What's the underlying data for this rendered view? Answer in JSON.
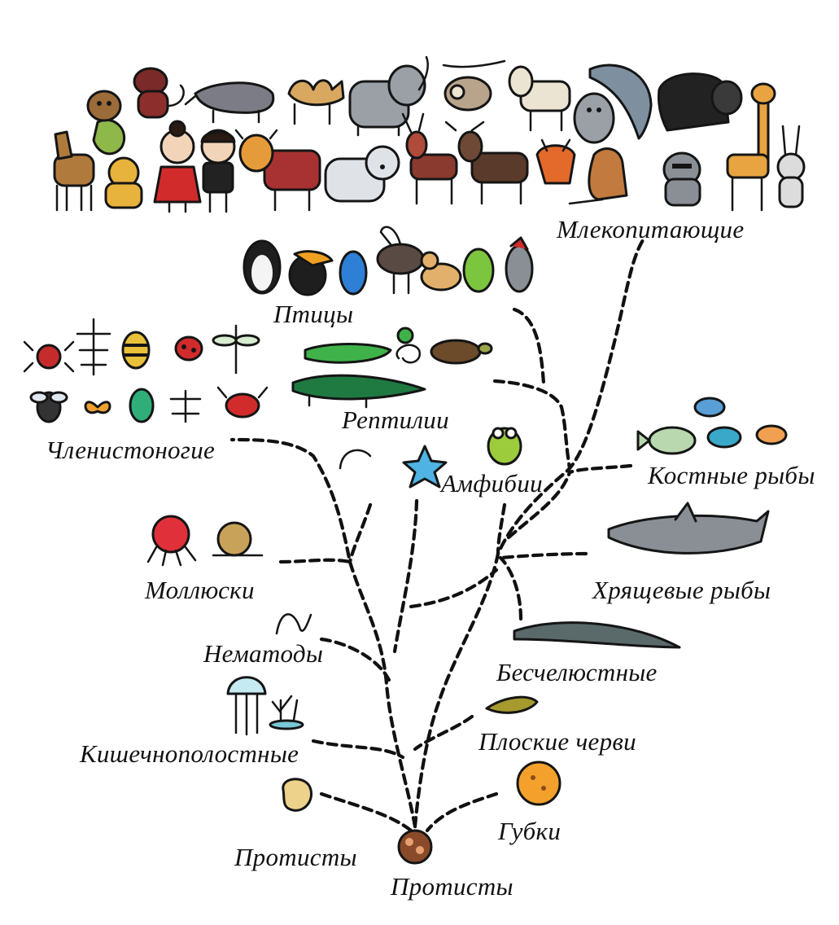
{
  "labels": {
    "mammals": "Млекопитающие",
    "birds": "Птицы",
    "reptiles": "Рептилии",
    "arthropods": "Членистоногие",
    "amphibians": "Амфибии",
    "bony_fish": "Костные рыбы",
    "mollusks": "Моллюски",
    "cartilaginous_fish": "Хрящевые рыбы",
    "nematodes": "Нематоды",
    "jawless": "Бесчелюстные",
    "flatworms": "Плоские черви",
    "cnidarians": "Кишечнополостные",
    "sponges": "Губки",
    "protists_left": "Протисты",
    "protists_root": "Протисты"
  },
  "icons": {
    "mammals": [
      "deer-icon",
      "monkey-icon",
      "dog-icon",
      "girl-icon",
      "boy-icon",
      "anteater-icon",
      "camel-icon",
      "bull-icon",
      "elephant-icon",
      "polar-bear-icon",
      "sloth-icon",
      "red-deer-icon",
      "goat-icon",
      "moose-icon",
      "seal-icon",
      "dolphin-icon",
      "fox-icon",
      "kangaroo-icon",
      "bison-icon",
      "raccoon-icon",
      "giraffe-icon",
      "rabbit-icon"
    ],
    "birds": [
      "penguin-icon",
      "toucan-icon",
      "blue-parrot-icon",
      "ostrich-icon",
      "duck-icon",
      "green-bird-icon",
      "woodpecker-icon"
    ],
    "reptiles": [
      "lizard-icon",
      "snake-icon",
      "turtle-icon",
      "crocodile-icon"
    ],
    "arthropods": [
      "spider-icon",
      "stick-insect-icon",
      "bee-icon",
      "ladybug-icon",
      "dragonfly-icon",
      "fly-icon",
      "butterfly-icon",
      "beetle-icon",
      "mosquito-icon",
      "crab-icon"
    ],
    "others": [
      "earthworm-icon",
      "starfish-icon",
      "frog-icon",
      "octopus-icon",
      "snail-icon",
      "nematode-icon",
      "jellyfish-icon",
      "coral-icon",
      "protist-icon",
      "protist-colony-icon",
      "sponge-icon",
      "flatworm-icon",
      "lamprey-icon",
      "shark-icon",
      "fish-icon"
    ]
  },
  "colors": {
    "outline": "#151515",
    "mammal_brown": "#b07a3c",
    "bull_red": "#a83232",
    "dress_red": "#d12b2b",
    "reptile_green": "#3fb34a",
    "croc_green": "#1f7a42",
    "fish_blue": "#3aa8c9",
    "shark_gray": "#8a8f96",
    "worm_red": "#e24a3b",
    "star_blue": "#4fb3e3",
    "frog_green": "#9ccc3c",
    "octopus_red": "#e0313a",
    "sponge_orange": "#f3a12c",
    "flatworm_olive": "#a69a2e",
    "protist_yellow": "#ecd28a"
  }
}
